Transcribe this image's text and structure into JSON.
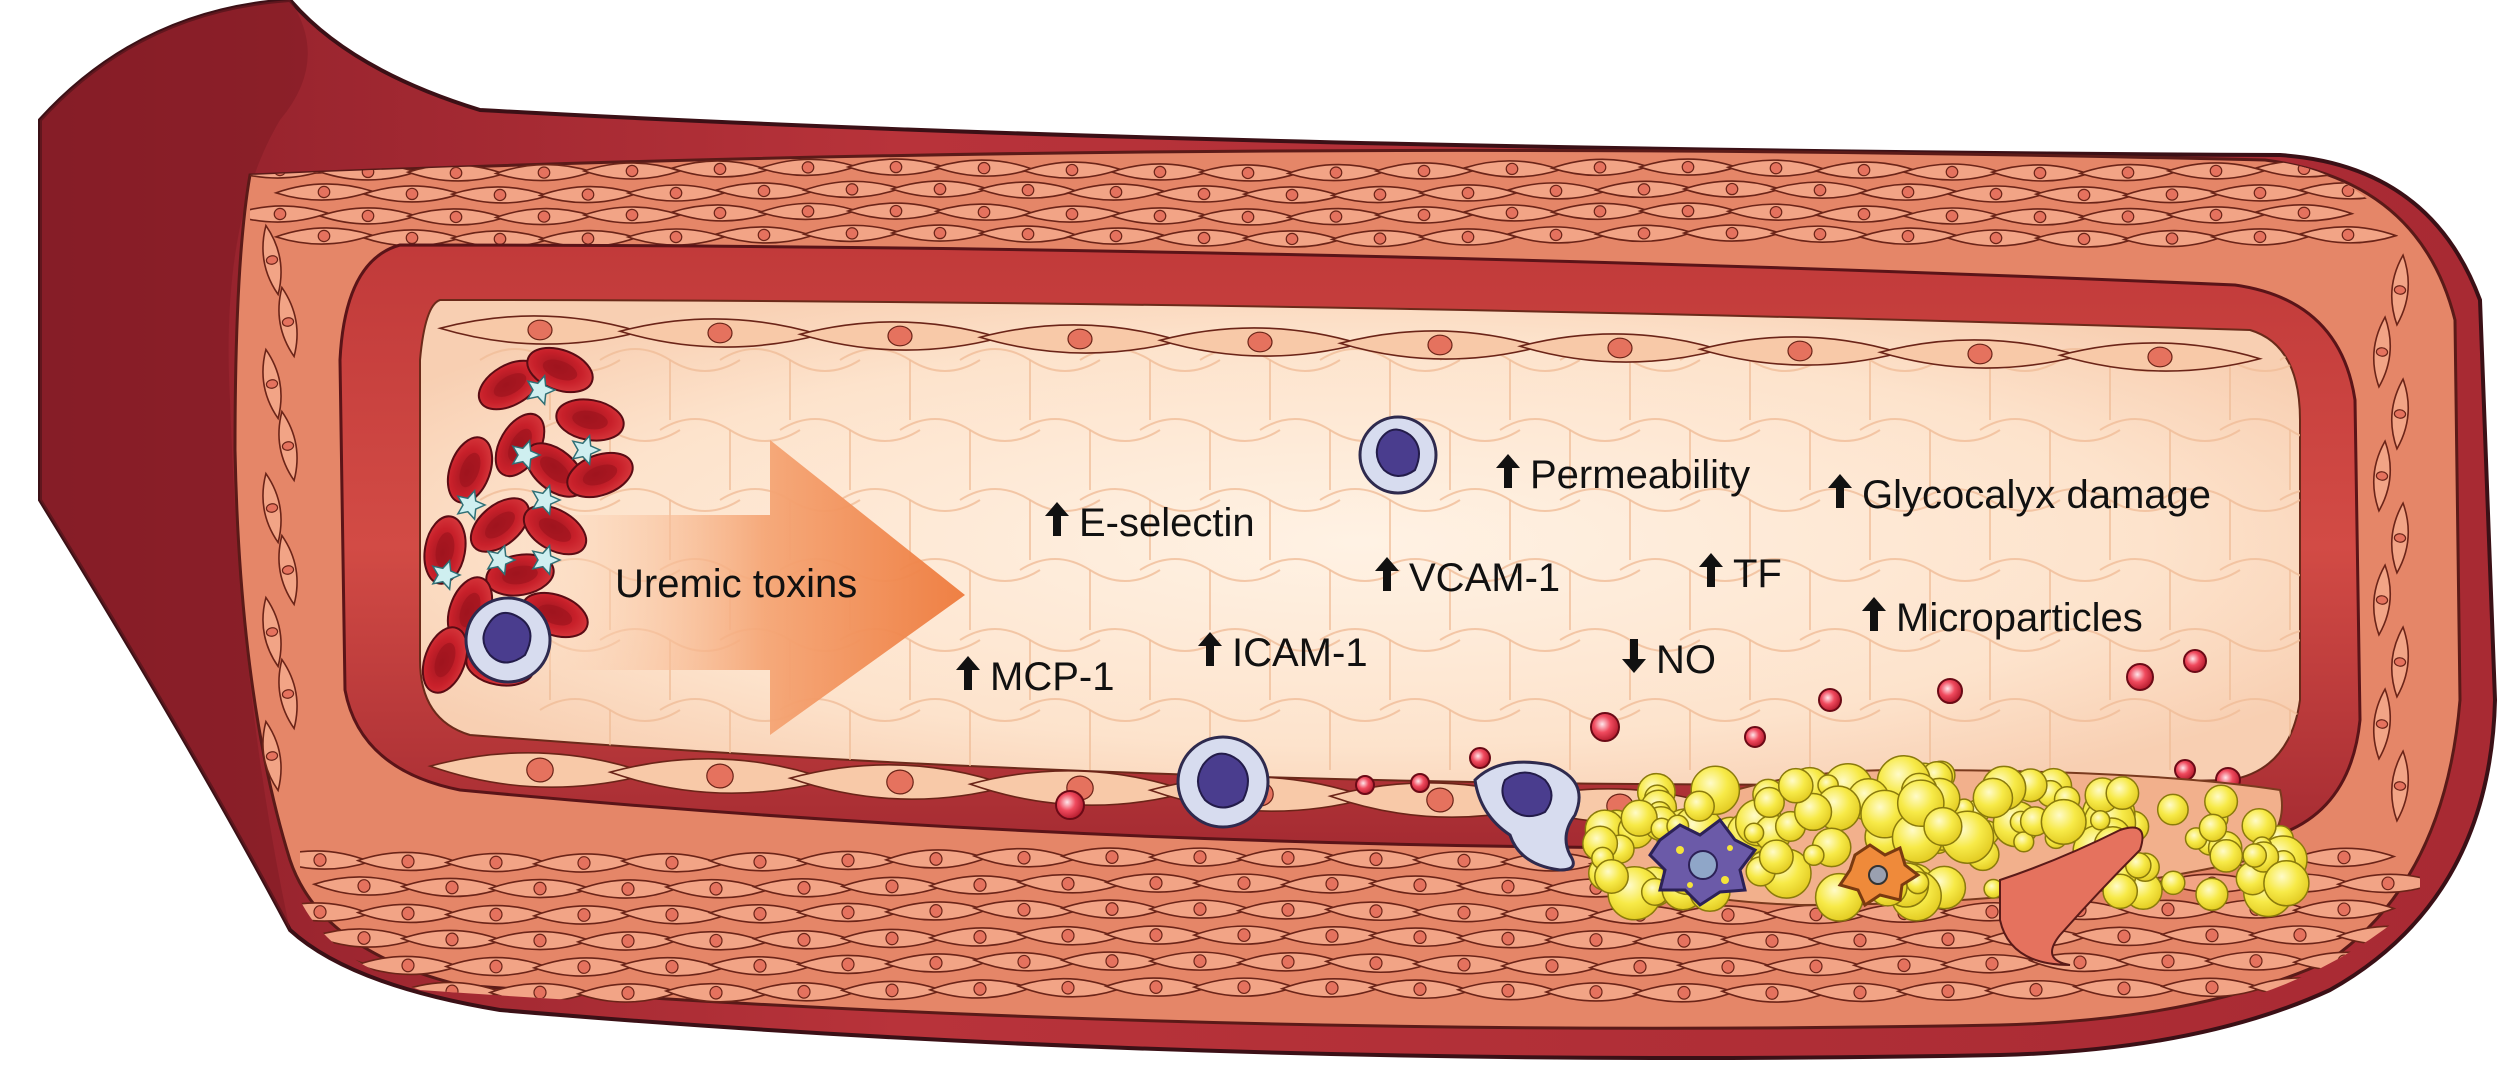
{
  "diagram": {
    "main_label": "Uremic toxins",
    "markers": [
      {
        "id": "e-selectin",
        "text": "E-selectin",
        "direction": "up"
      },
      {
        "id": "vcam-1",
        "text": "VCAM-1",
        "direction": "up"
      },
      {
        "id": "icam-1",
        "text": "ICAM-1",
        "direction": "up"
      },
      {
        "id": "mcp-1",
        "text": "MCP-1",
        "direction": "up"
      },
      {
        "id": "permeability",
        "text": "Permeability",
        "direction": "up"
      },
      {
        "id": "tf",
        "text": "TF",
        "direction": "up"
      },
      {
        "id": "no",
        "text": "NO",
        "direction": "down"
      },
      {
        "id": "glycocalyx",
        "text": "Glycocalyx damage",
        "direction": "up"
      },
      {
        "id": "microparticles",
        "text": "Microparticles",
        "direction": "up"
      }
    ]
  },
  "colors": {
    "outer_wall": "#b8333a",
    "muscle_layer": "#e58668",
    "muscle_cell": "#f2a486",
    "internal_lamina": "#d33a3e",
    "lumen": "#fde3cc",
    "endothelium": "#f8c9a8",
    "nucleus": "#e5725e",
    "red_cell": "#c8202a",
    "platelet": "#cfeff0",
    "leukocyte": "#d7dcef",
    "leukocyte_nucleus": "#4a3d8e",
    "plaque": "#f5e43a",
    "arrow_orange": "#f08a4b",
    "text": "#111111"
  }
}
